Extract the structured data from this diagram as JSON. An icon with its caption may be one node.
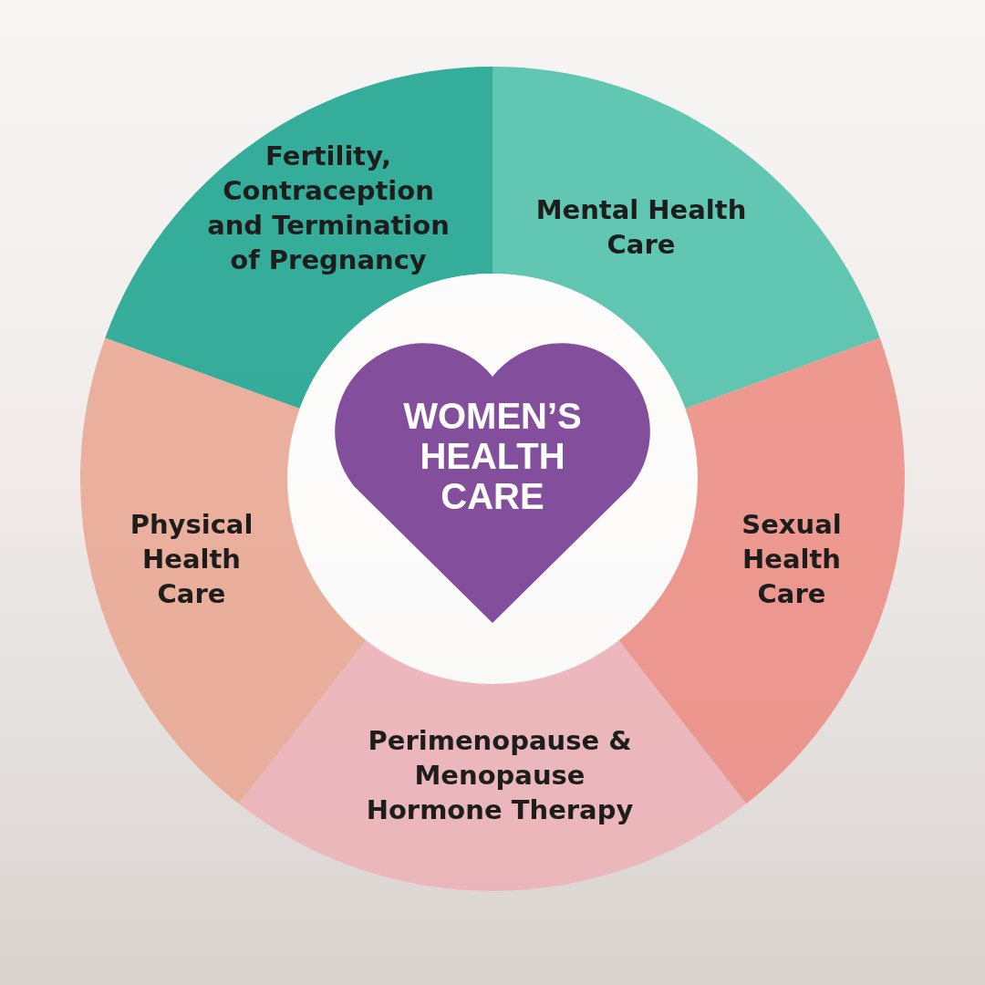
{
  "diagram": {
    "nodes": [
      {
        "text": [
          "Fertility, Contraception and Termination of Pregnancy"
        ]
      },
      {
        "text": [
          "Mental Health Care"
        ]
      },
      {
        "text": [
          "WOMEN’S HEALTH CARE"
        ]
      },
      {
        "text": [
          "Physical Health Care"
        ]
      },
      {
        "text": [
          "Sexual Health Care"
        ]
      },
      {
        "text": [
          "Perimenopause & Menopause Hormone Therapy"
        ]
      }
    ]
  }
}
